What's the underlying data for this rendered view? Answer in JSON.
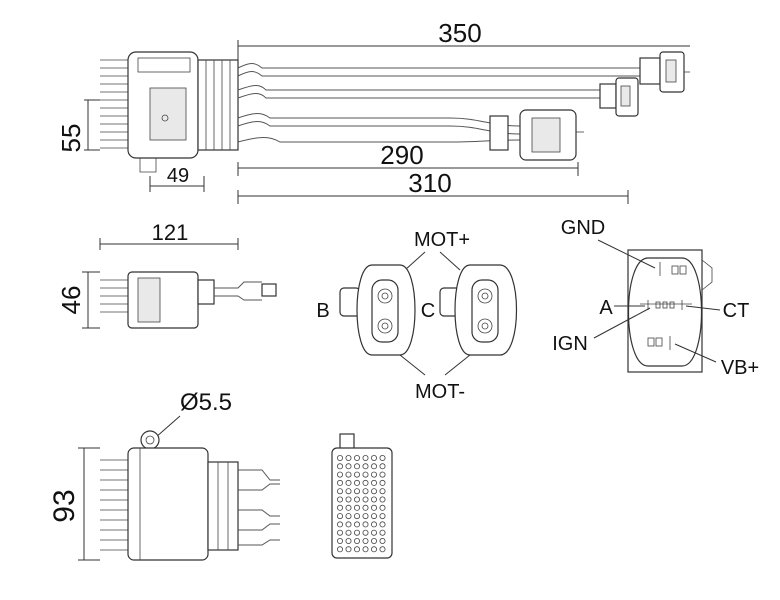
{
  "dimensions": {
    "overall_length": "350",
    "connector_depth": "49",
    "height_top": "55",
    "length_mid": "290",
    "length_long": "310",
    "side_width": "121",
    "side_height": "46",
    "hole_diameter": "Ø5.5",
    "front_height": "93"
  },
  "motor_connector": {
    "mot_plus": "MOT+",
    "mot_minus": "MOT-",
    "pin_b": "B",
    "pin_c": "C"
  },
  "control_connector": {
    "gnd": "GND",
    "a": "A",
    "ct": "CT",
    "ign": "IGN",
    "vb_plus": "VB+"
  }
}
